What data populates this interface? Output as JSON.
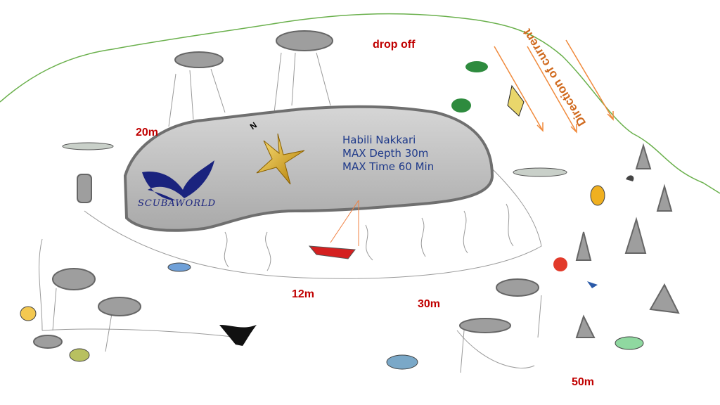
{
  "site": {
    "name": "Habili Nakkari",
    "max_depth": "MAX  Depth  30m",
    "max_time": "MAX Time 60 Min",
    "brand": "SCUBAWORLD",
    "compass_label": "N"
  },
  "labels": {
    "drop_off": "drop off",
    "current": "Direction of current"
  },
  "depths": [
    "20m",
    "12m",
    "30m",
    "50m"
  ],
  "colors": {
    "depth": "#c00000",
    "info": "#1f3a8a",
    "current": "#d06a1e",
    "reef_line": "#6ab04c",
    "reef": "#c8c8c8"
  }
}
